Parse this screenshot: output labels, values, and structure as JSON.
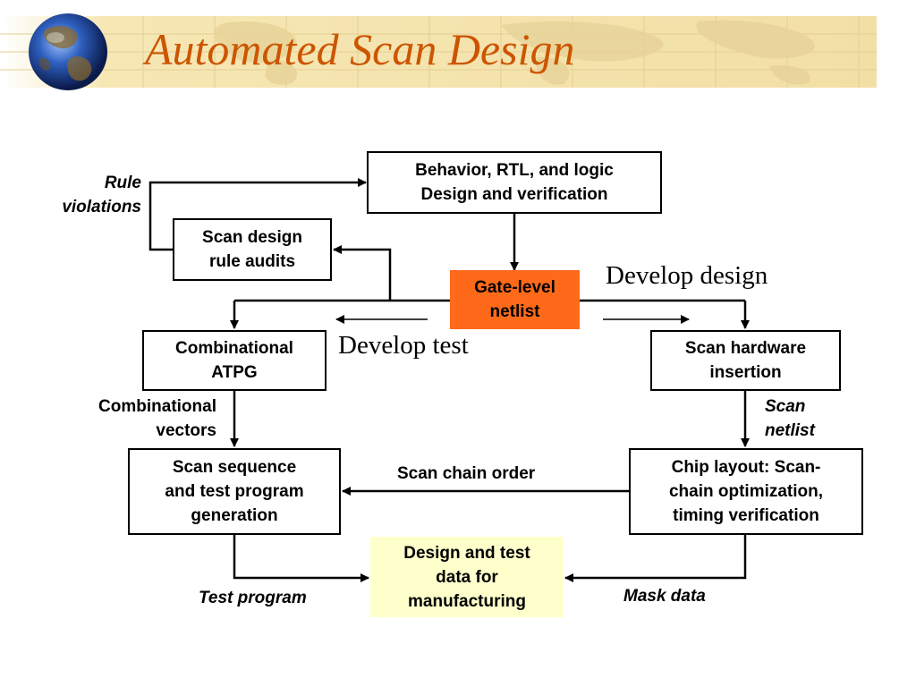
{
  "slide": {
    "title": "Automated Scan Design"
  },
  "colors": {
    "title": "#cc5500",
    "banner": "#f6e7b4",
    "gate_box": "#ff6a1a",
    "output_box": "#ffffcc"
  },
  "icons": {
    "globe": "globe-icon",
    "banner": "world-map-banner"
  },
  "boxes": {
    "behavior": "Behavior, RTL, and logic\nDesign and verification",
    "rule_audits": "Scan design\nrule audits",
    "gate_netlist": "Gate-level\nnetlist",
    "comb_atpg": "Combinational\nATPG",
    "scan_hw": "Scan hardware\ninsertion",
    "scan_seq": "Scan sequence\nand test program\ngeneration",
    "chip_layout": "Chip layout: Scan-\nchain optimization,\ntiming verification",
    "design_data": "Design and test\ndata for\nmanufacturing"
  },
  "labels": {
    "rule_violations": "Rule\nviolations",
    "develop_design": "Develop design",
    "develop_test": "Develop test",
    "comb_vectors": "Combinational\nvectors",
    "scan_netlist": "Scan\nnetlist",
    "scan_chain_order": "Scan chain order",
    "test_program": "Test program",
    "mask_data": "Mask data"
  }
}
